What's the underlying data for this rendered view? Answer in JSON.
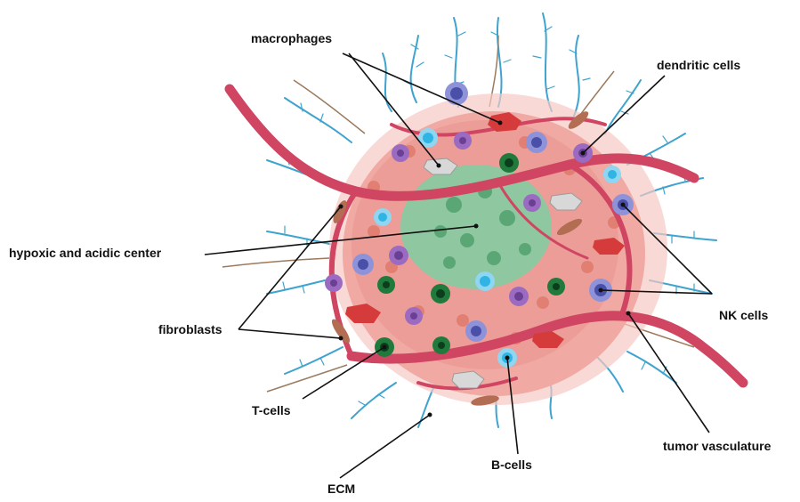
{
  "labels": {
    "macrophages": "macrophages",
    "dendritic_cells": "dendritic cells",
    "hypoxic_center": "hypoxic and acidic center",
    "fibroblasts": "fibroblasts",
    "nk_cells": "NK cells",
    "t_cells": "T-cells",
    "ecm": "ECM",
    "b_cells": "B-cells",
    "tumor_vasculature": "tumor vasculature"
  },
  "colors": {
    "tumor_pink": "#f0a9a3",
    "core_green": "#8fc7a0",
    "vessel": "#cf4562",
    "ecm_fiber": "#3fa3cf",
    "macrophage": "#d63b3b",
    "dendritic": "#9b6bc2",
    "nk_cell": "#6b6fc4",
    "t_cell": "#1f7a3c",
    "b_cell": "#2fb4e4",
    "fibroblast": "#b26d52",
    "leader_line": "#111111"
  },
  "icons": [
    "macrophage-cell-icon",
    "dendritic-cell-icon",
    "nk-cell-icon",
    "t-cell-icon",
    "b-cell-icon",
    "fibroblast-icon",
    "tumor-cell-icon"
  ]
}
